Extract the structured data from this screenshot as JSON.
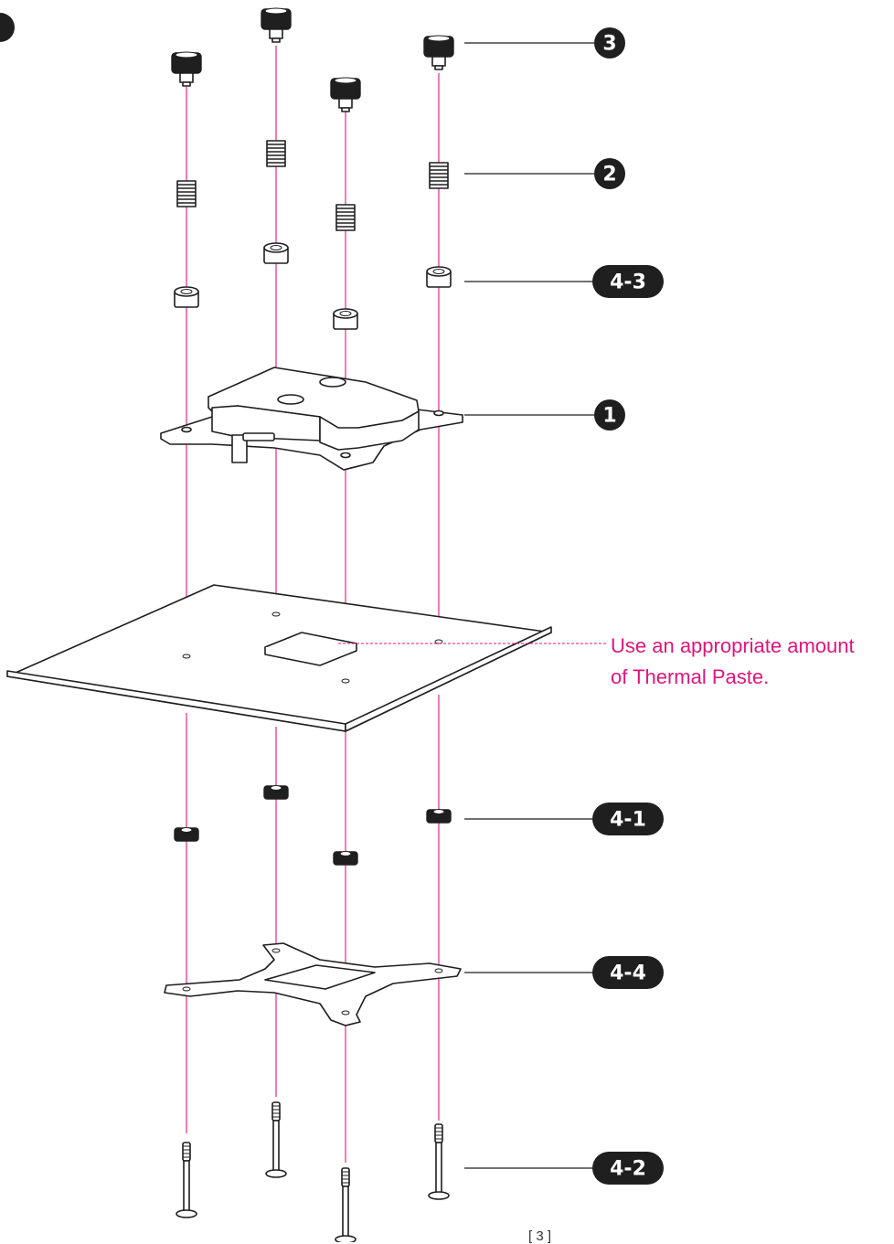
{
  "callouts": {
    "cap_screw": "3",
    "spring": "2",
    "top_washer": "4-3",
    "water_block": "1",
    "bottom_washer": "4-1",
    "backplate": "4-4",
    "long_screw": "4-2"
  },
  "note": {
    "line1": "Use an appropriate amount",
    "line2": "of Thermal Paste."
  },
  "footer": {
    "page": "[ 3 ]"
  },
  "colors": {
    "guide_lines": "#e0157d",
    "linework": "#1e1e1e",
    "badges": "#1f1f1f"
  }
}
